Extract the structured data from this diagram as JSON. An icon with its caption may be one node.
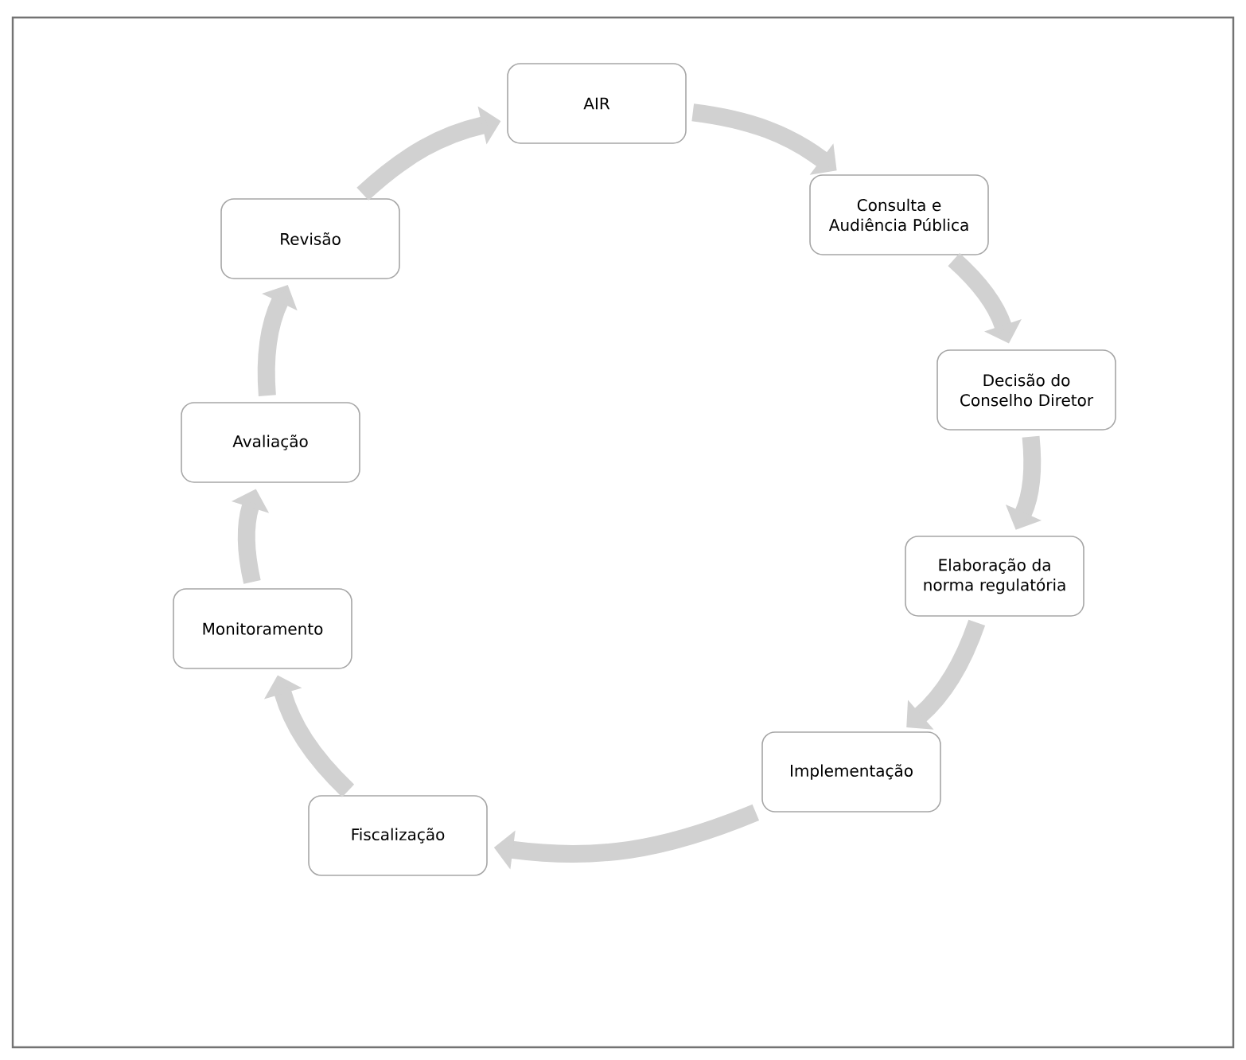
{
  "diagram": {
    "nodes": [
      {
        "text": [
          "AIR"
        ]
      },
      {
        "text": [
          "Consulta e Audiência Pública"
        ]
      },
      {
        "text": [
          "Decisão do Conselho Diretor"
        ]
      },
      {
        "text": [
          "Elaboração da norma regulatória"
        ]
      },
      {
        "text": [
          "Implementação"
        ]
      },
      {
        "text": [
          "Fiscalização"
        ]
      },
      {
        "text": [
          "Monitoramento"
        ]
      },
      {
        "text": [
          "Avaliação"
        ]
      },
      {
        "text": [
          "Revisão"
        ]
      }
    ],
    "edges": [
      {
        "from": 0,
        "to": 1,
        "arrow": "to"
      },
      {
        "from": 1,
        "to": 2,
        "arrow": "to"
      },
      {
        "from": 2,
        "to": 3,
        "arrow": "to"
      },
      {
        "from": 3,
        "to": 4,
        "arrow": "to"
      },
      {
        "from": 4,
        "to": 5,
        "arrow": "to"
      },
      {
        "from": 5,
        "to": 6,
        "arrow": "to"
      },
      {
        "from": 6,
        "to": 7,
        "arrow": "to"
      },
      {
        "from": 7,
        "to": 8,
        "arrow": "to"
      },
      {
        "from": 8,
        "to": 0,
        "arrow": "to"
      }
    ]
  }
}
